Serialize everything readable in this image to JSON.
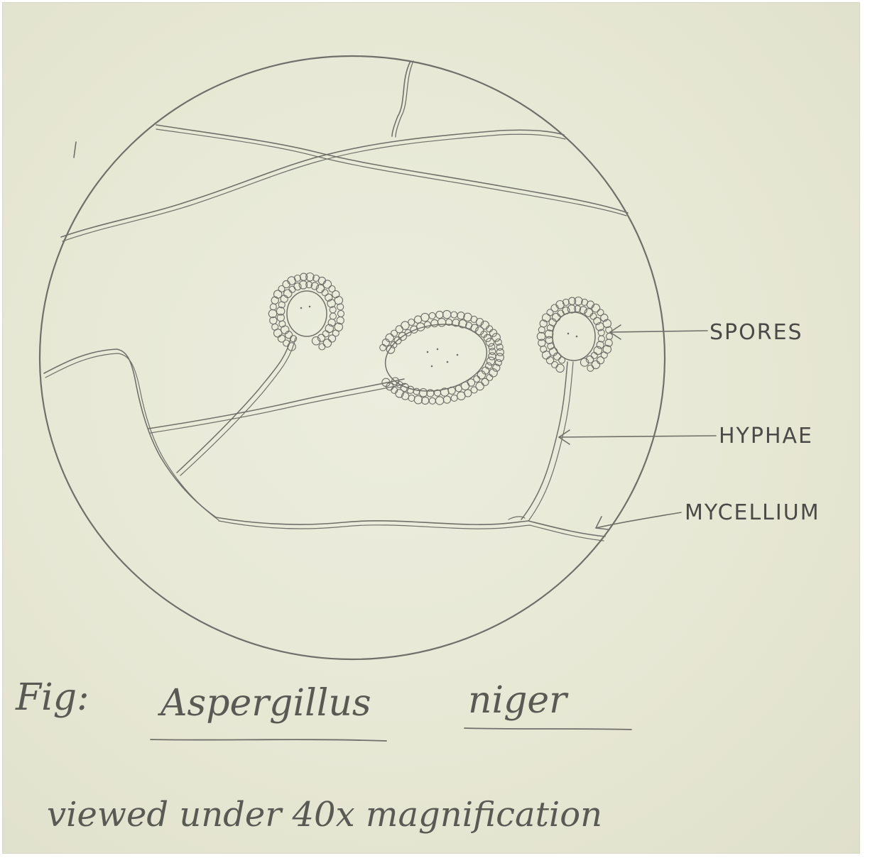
{
  "labels": {
    "spores": "SPORES",
    "hyphae": "HYPHAE",
    "mycellium": "MYCELLIUM"
  },
  "caption": {
    "prefix": "Fig:",
    "genus": "Aspergillus",
    "species": "niger",
    "line2": "viewed under 40x magnification"
  },
  "colors": {
    "paper": "#e9ead8",
    "pencil": "#6e6e68"
  }
}
